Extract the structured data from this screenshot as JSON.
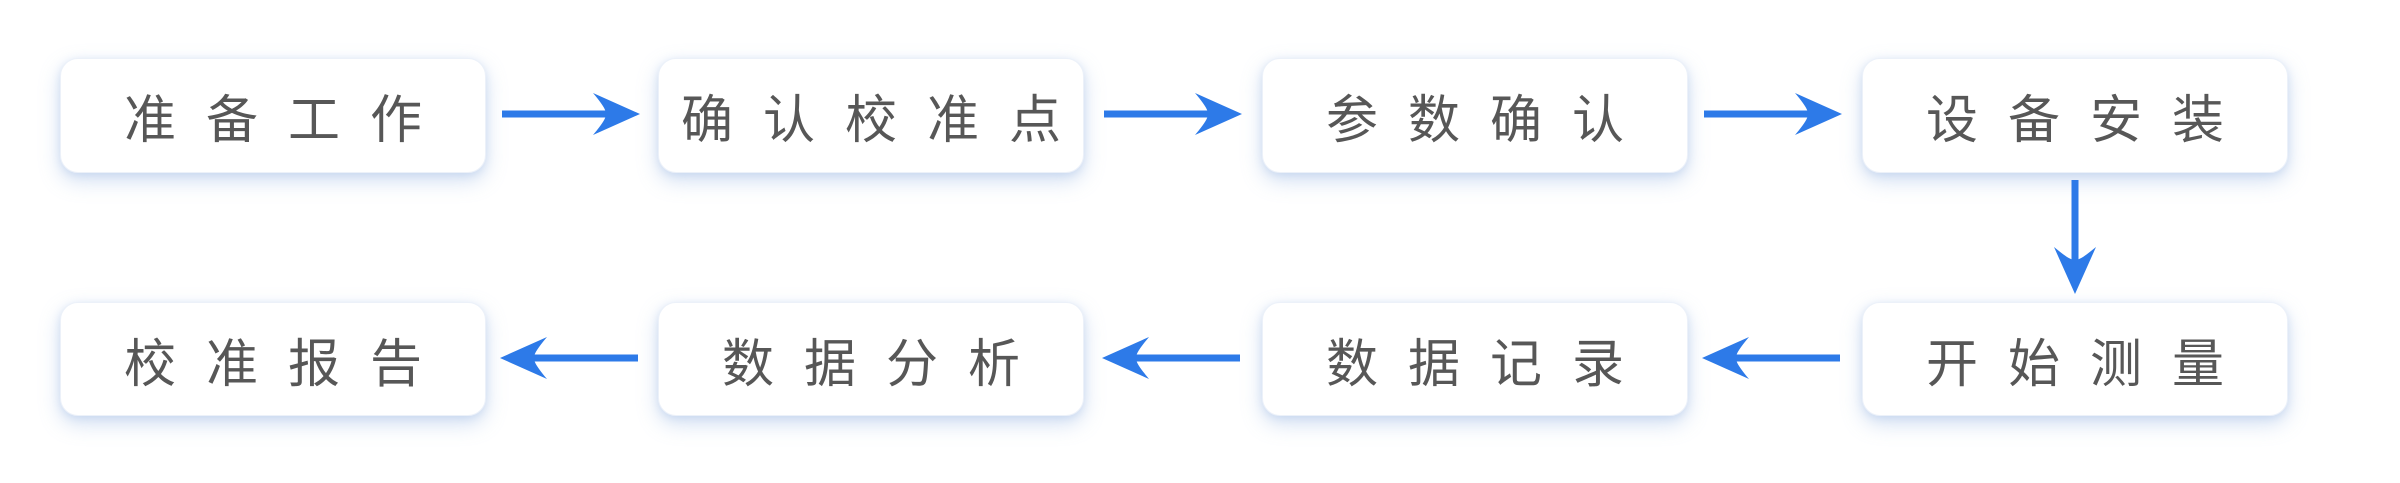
{
  "flowchart": {
    "title": "",
    "type": "process-flow",
    "colors": {
      "arrow": "#2d7ae8",
      "node_background": "#ffffff",
      "node_border": "#ecf1f9",
      "node_glow": "rgba(150,180,226,0.42)",
      "text": "#575757",
      "page_background": "#ffffff"
    },
    "nodes": [
      {
        "id": "n1",
        "label": "准备工作",
        "row": 1,
        "col": 1
      },
      {
        "id": "n2",
        "label": "确认校准点",
        "row": 1,
        "col": 2
      },
      {
        "id": "n3",
        "label": "参数确认",
        "row": 1,
        "col": 3
      },
      {
        "id": "n4",
        "label": "设备安装",
        "row": 1,
        "col": 4
      },
      {
        "id": "n5",
        "label": "开始测量",
        "row": 2,
        "col": 4
      },
      {
        "id": "n6",
        "label": "数据记录",
        "row": 2,
        "col": 3
      },
      {
        "id": "n7",
        "label": "数据分析",
        "row": 2,
        "col": 2
      },
      {
        "id": "n8",
        "label": "校准报告",
        "row": 2,
        "col": 1
      }
    ],
    "edges": [
      {
        "from": "准备工作",
        "to": "确认校准点",
        "direction": "right"
      },
      {
        "from": "确认校准点",
        "to": "参数确认",
        "direction": "right"
      },
      {
        "from": "参数确认",
        "to": "设备安装",
        "direction": "right"
      },
      {
        "from": "设备安装",
        "to": "开始测量",
        "direction": "down"
      },
      {
        "from": "开始测量",
        "to": "数据记录",
        "direction": "left"
      },
      {
        "from": "数据记录",
        "to": "数据分析",
        "direction": "left"
      },
      {
        "from": "数据分析",
        "to": "校准报告",
        "direction": "left"
      }
    ]
  }
}
